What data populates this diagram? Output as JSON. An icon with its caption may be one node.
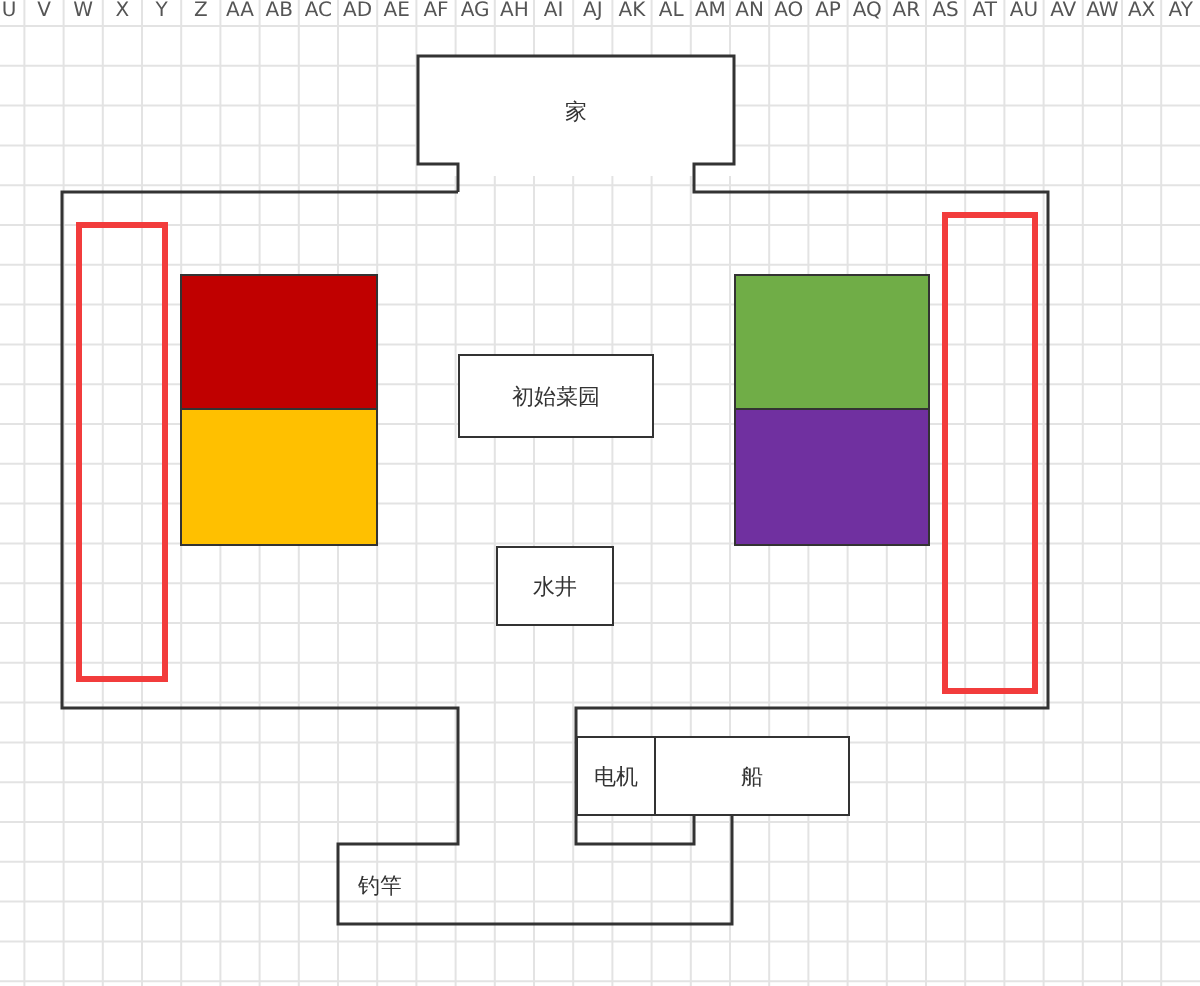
{
  "diagram": {
    "nodes": [
      {
        "text": [],
        "shape": "box"
      },
      {
        "text": [],
        "shape": "box"
      },
      {
        "text": [],
        "shape": "box"
      },
      {
        "text": [
          "初始菜园"
        ]
      },
      {
        "text": [],
        "shape": "box"
      },
      {
        "text": [],
        "shape": "box"
      },
      {
        "text": [],
        "shape": "box"
      },
      {
        "text": [
          "水井"
        ]
      },
      {
        "text": [
          "电机"
        ]
      },
      {
        "text": [
          "船"
        ]
      }
    ],
    "labels": [
      "U",
      "V",
      "W",
      "X",
      "Y",
      "Z",
      "AA",
      "AB",
      "AC",
      "AD",
      "AE",
      "AF",
      "AG",
      "AH",
      "AI",
      "AJ",
      "AK",
      "AL",
      "AM",
      "AN",
      "AO",
      "AP",
      "AQ",
      "AR",
      "AS",
      "AT",
      "AU",
      "AV",
      "AW",
      "AX",
      "AY",
      "家",
      "钓竿"
    ]
  }
}
